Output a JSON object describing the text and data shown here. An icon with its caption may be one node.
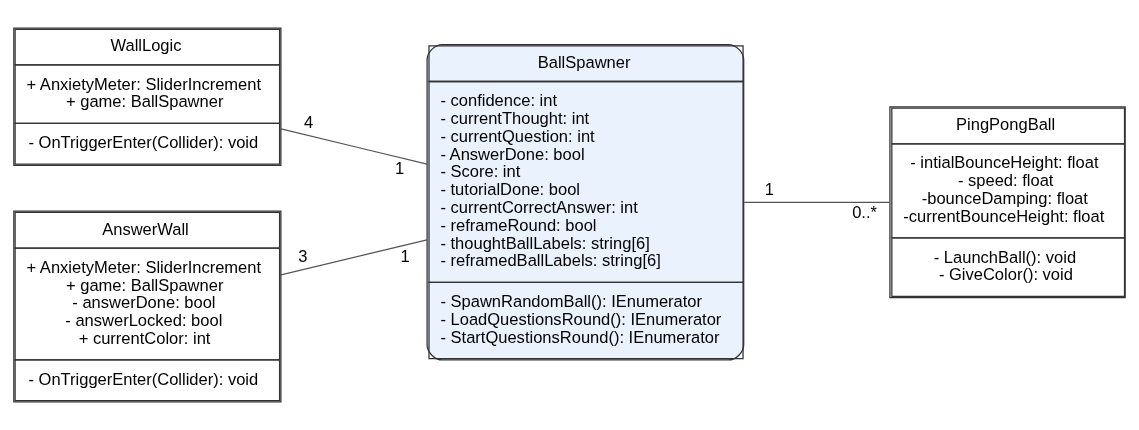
{
  "diagram": {
    "nodes": [
      {
        "text": [
          "WallLogic",
          "+ AnxietyMeter: SliderIncrement",
          "+ game: BallSpawner",
          "- OnTriggerEnter(Collider): void"
        ]
      },
      {
        "text": [
          "AnswerWall",
          "+ AnxietyMeter: SliderIncrement",
          "+ game: BallSpawner",
          "- answerDone: bool",
          "- answerLocked: bool",
          "+ currentColor: int",
          "- OnTriggerEnter(Collider): void"
        ]
      },
      {
        "text": [
          "BallSpawner",
          "- confidence: int",
          "- currentThought: int",
          "- currentQuestion: int",
          "- AnswerDone: bool",
          "- Score: int",
          "- tutorialDone: bool",
          "- currentCorrectAnswer: int",
          "- reframeRound: bool",
          "- thoughtBallLabels: string[6]",
          "- reframedBallLabels: string[6]",
          "- SpawnRandomBall(): IEnumerator",
          "- LoadQuestionsRound(): IEnumerator",
          "- StartQuestionsRound(): IEnumerator"
        ]
      },
      {
        "text": [
          "PingPongBall",
          "- intialBounceHeight: float",
          "- speed: float",
          "-bounceDamping: float",
          "-currentBounceHeight: float",
          "- LaunchBall(): void",
          "- GiveColor(): void"
        ]
      }
    ],
    "edges": [
      {
        "from": 0,
        "to": 2,
        "arrow": "none"
      },
      {
        "from": 1,
        "to": 2,
        "arrow": "none"
      },
      {
        "from": 2,
        "to": 3,
        "arrow": "none"
      }
    ],
    "labels": [
      "4",
      "1",
      "3",
      "1",
      "1",
      "0..*"
    ]
  }
}
